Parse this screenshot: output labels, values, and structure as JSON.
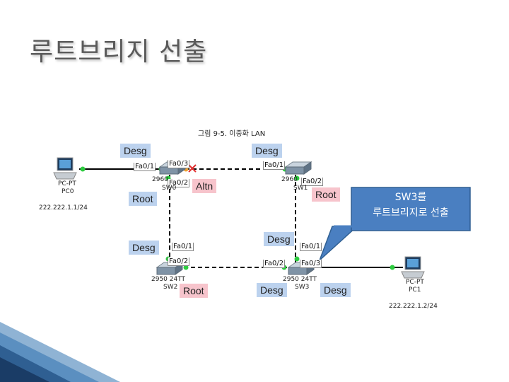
{
  "slide": {
    "title": "루트브리지 선출",
    "caption": "그림 9-5. 이중화 LAN"
  },
  "devices": {
    "pc0": {
      "model": "PC-PT",
      "name": "PC0",
      "ip": "222.222.1.1/24"
    },
    "pc1": {
      "model": "PC-PT",
      "name": "PC1",
      "ip": "222.222.1.2/24"
    },
    "sw0": {
      "model": "2960",
      "name": "SW0"
    },
    "sw1": {
      "model": "2960",
      "name": "SW1"
    },
    "sw2": {
      "model": "2950 24TT",
      "name": "SW2"
    },
    "sw3": {
      "model": "2950 24TT",
      "name": "SW3"
    }
  },
  "ports": {
    "sw0_fa01": "Fa0/1",
    "sw0_fa03": "Fa0/3",
    "sw0_fa02": "Fa0/2",
    "sw1_fa01": "Fa0/1",
    "sw1_fa02": "Fa0/2",
    "sw2_fa01": "Fa0/1",
    "sw2_fa02": "Fa0/2",
    "sw3_fa01": "Fa0/1",
    "sw3_fa02": "Fa0/2",
    "sw3_fa03": "Fa0/3"
  },
  "roles": {
    "desg_sw0_left": "Desg",
    "desg_sw1_top": "Desg",
    "root_sw0": "Root",
    "altn_sw0": "Altn",
    "root_sw1": "Root",
    "desg_sw2_top": "Desg",
    "desg_sw1_bottom": "Desg",
    "root_sw2": "Root",
    "desg_sw3_left": "Desg",
    "desg_sw3_right": "Desg"
  },
  "callout": {
    "line1": "SW3를",
    "line2": "루트브리지로 선출"
  },
  "colors": {
    "role_desg": "#bcd2ee",
    "role_root": "#f7c4cc",
    "callout": "#4a7fc1",
    "link_up": "#2ecc40",
    "blocked_x": "#e03030"
  }
}
